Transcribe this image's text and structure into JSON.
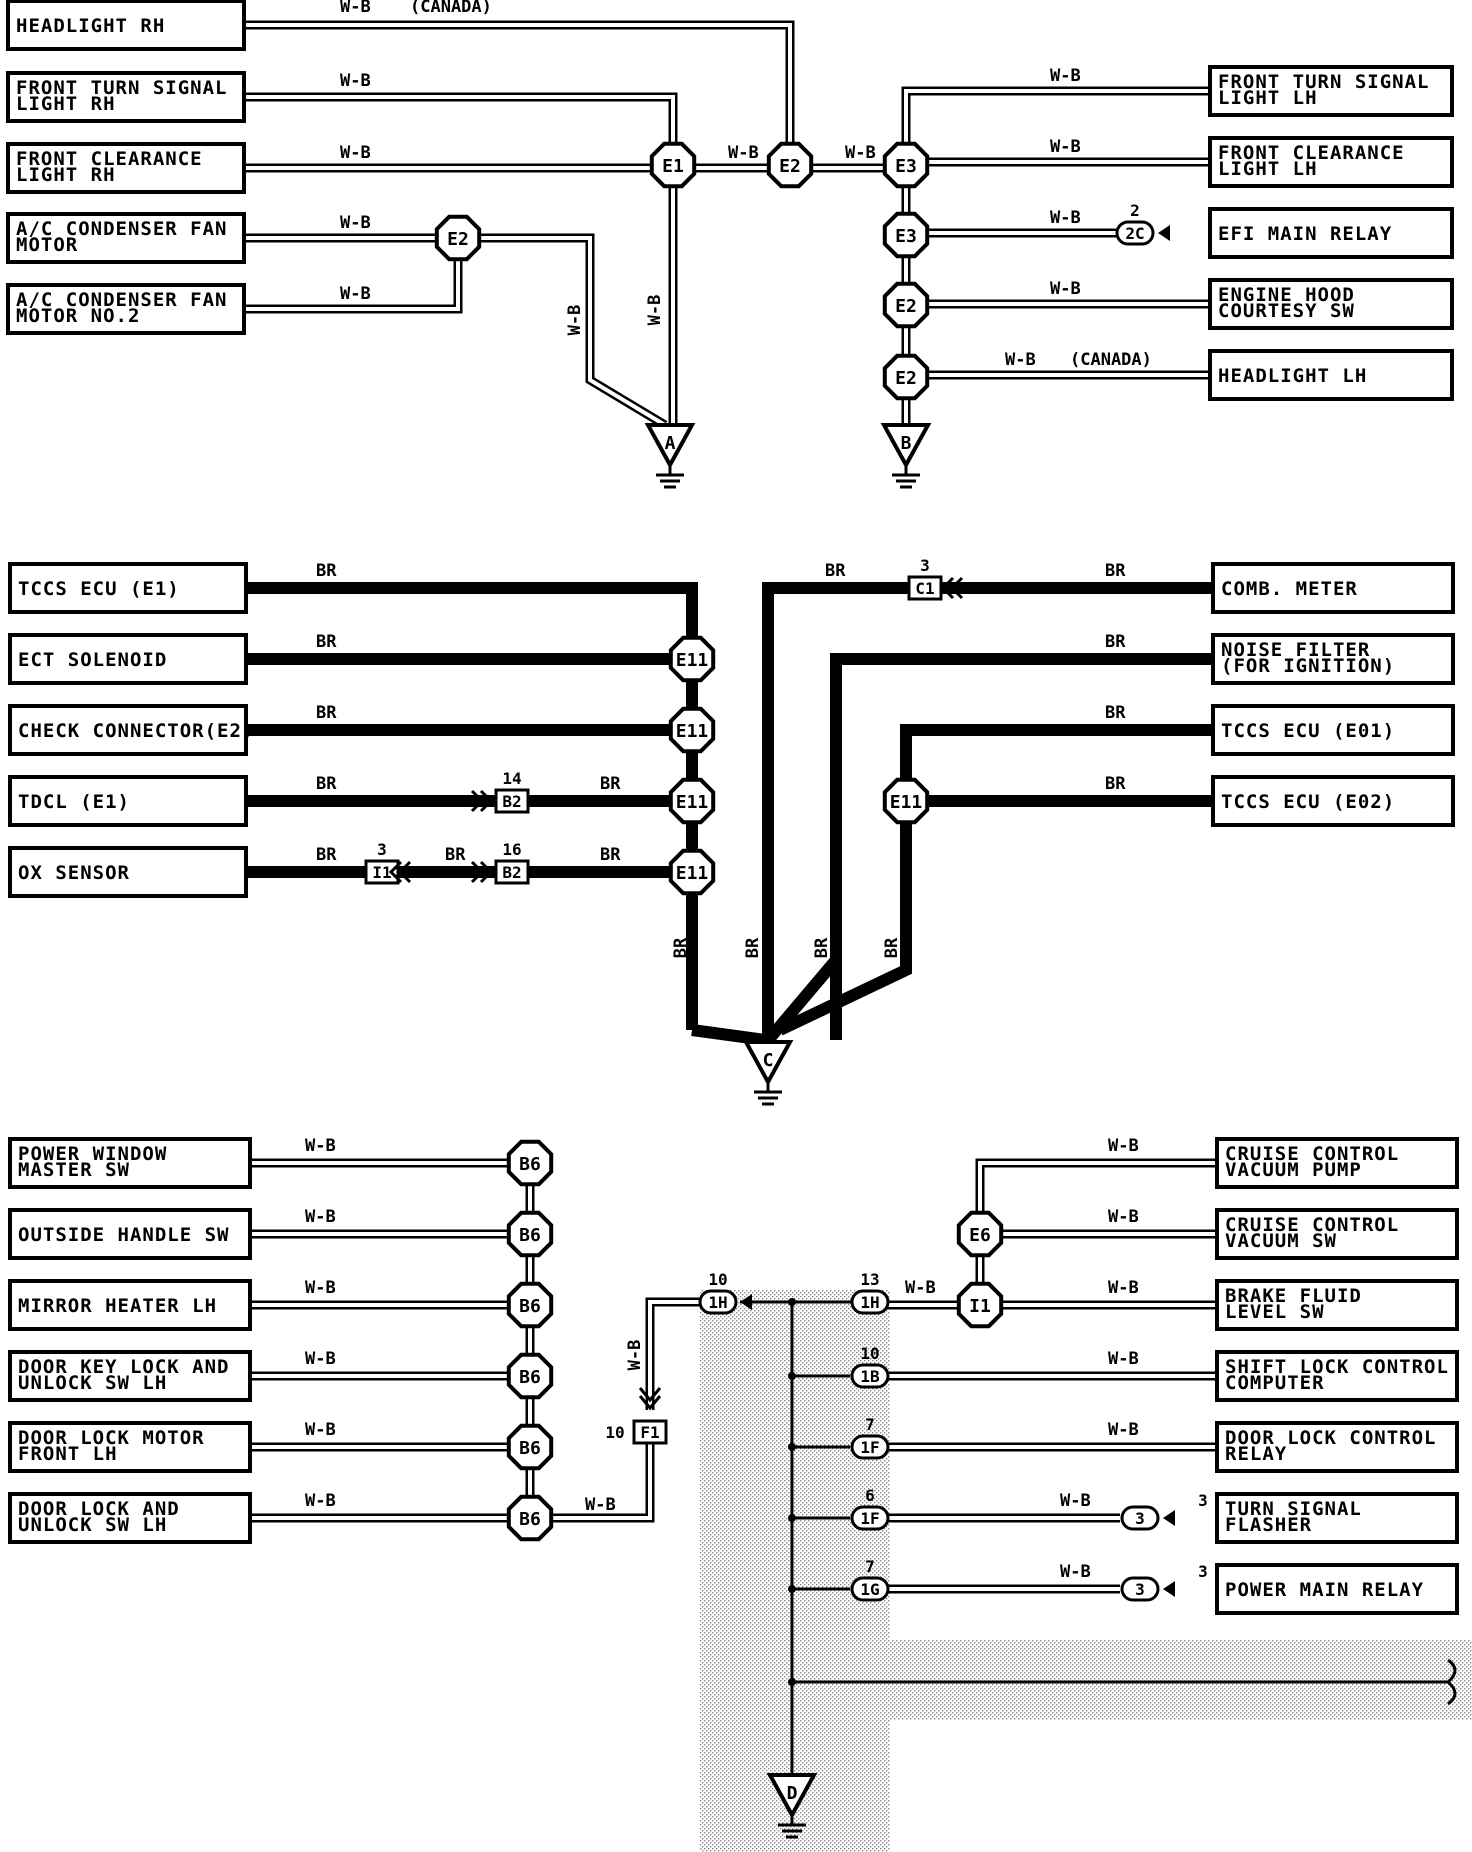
{
  "wire_codes": {
    "wb": "W-B",
    "br": "BR"
  },
  "notes": {
    "canada": "(CANADA)"
  },
  "section1": {
    "left_components": [
      {
        "lines": [
          "HEADLIGHT RH"
        ]
      },
      {
        "lines": [
          "FRONT TURN SIGNAL",
          "LIGHT RH"
        ]
      },
      {
        "lines": [
          "FRONT CLEARANCE",
          "LIGHT RH"
        ]
      },
      {
        "lines": [
          "A/C CONDENSER FAN",
          "MOTOR"
        ]
      },
      {
        "lines": [
          "A/C CONDENSER FAN",
          "MOTOR NO.2"
        ]
      }
    ],
    "right_components": [
      {
        "lines": [
          "FRONT TURN SIGNAL",
          "LIGHT LH"
        ]
      },
      {
        "lines": [
          "FRONT CLEARANCE",
          "LIGHT LH"
        ]
      },
      {
        "lines": [
          "EFI MAIN RELAY"
        ]
      },
      {
        "lines": [
          "ENGINE HOOD",
          "COURTESY SW"
        ]
      },
      {
        "lines": [
          "HEADLIGHT LH"
        ]
      }
    ],
    "splices": [
      "E1",
      "E2",
      "E3",
      "E3",
      "E2",
      "E2",
      "E2"
    ],
    "connector": {
      "id": "2C",
      "pin": "2"
    },
    "grounds": [
      "A",
      "B"
    ]
  },
  "section2": {
    "left_components": [
      {
        "lines": [
          "TCCS ECU (E1)"
        ]
      },
      {
        "lines": [
          "ECT SOLENOID"
        ]
      },
      {
        "lines": [
          "CHECK CONNECTOR(E2)"
        ]
      },
      {
        "lines": [
          "TDCL (E1)"
        ]
      },
      {
        "lines": [
          "OX SENSOR"
        ]
      }
    ],
    "right_components": [
      {
        "lines": [
          "COMB. METER"
        ]
      },
      {
        "lines": [
          "NOISE FILTER",
          "(FOR IGNITION)"
        ]
      },
      {
        "lines": [
          "TCCS ECU (E01)"
        ]
      },
      {
        "lines": [
          "TCCS ECU (E02)"
        ]
      }
    ],
    "splice": "E11",
    "connectors": [
      {
        "id": "B2",
        "pin": "14"
      },
      {
        "id": "I1",
        "pin": "3"
      },
      {
        "id": "B2",
        "pin": "16"
      },
      {
        "id": "C1",
        "pin": "3"
      }
    ],
    "ground": "C"
  },
  "section3": {
    "left_components": [
      {
        "lines": [
          "POWER WINDOW",
          "MASTER SW"
        ]
      },
      {
        "lines": [
          "OUTSIDE HANDLE SW"
        ]
      },
      {
        "lines": [
          "MIRROR HEATER LH"
        ]
      },
      {
        "lines": [
          "DOOR KEY LOCK AND",
          "UNLOCK SW LH"
        ]
      },
      {
        "lines": [
          "DOOR LOCK MOTOR",
          "FRONT LH"
        ]
      },
      {
        "lines": [
          "DOOR LOCK AND",
          "UNLOCK SW LH"
        ]
      }
    ],
    "right_components": [
      {
        "lines": [
          "CRUISE CONTROL",
          "VACUUM PUMP"
        ]
      },
      {
        "lines": [
          "CRUISE CONTROL",
          "VACUUM SW"
        ]
      },
      {
        "lines": [
          "BRAKE FLUID",
          "LEVEL SW"
        ]
      },
      {
        "lines": [
          "SHIFT LOCK CONTROL",
          "COMPUTER"
        ]
      },
      {
        "lines": [
          "DOOR LOCK CONTROL",
          "RELAY"
        ]
      },
      {
        "lines": [
          "TURN SIGNAL",
          "FLASHER"
        ]
      },
      {
        "lines": [
          "POWER MAIN RELAY"
        ]
      }
    ],
    "splice_left": "B6",
    "splice_e6": "E6",
    "splice_i1": "I1",
    "connector_f1": {
      "id": "F1",
      "pin": "10"
    },
    "jb_connectors": [
      {
        "id": "1H",
        "pin": "10"
      },
      {
        "id": "1H",
        "pin": "13"
      },
      {
        "id": "1B",
        "pin": "10"
      },
      {
        "id": "1F",
        "pin": "7"
      },
      {
        "id": "1F",
        "pin": "6"
      },
      {
        "id": "1G",
        "pin": "7"
      }
    ],
    "small_connectors": [
      {
        "id": "3",
        "pin": "3"
      },
      {
        "id": "3",
        "pin": "3"
      }
    ],
    "ground": "D"
  }
}
